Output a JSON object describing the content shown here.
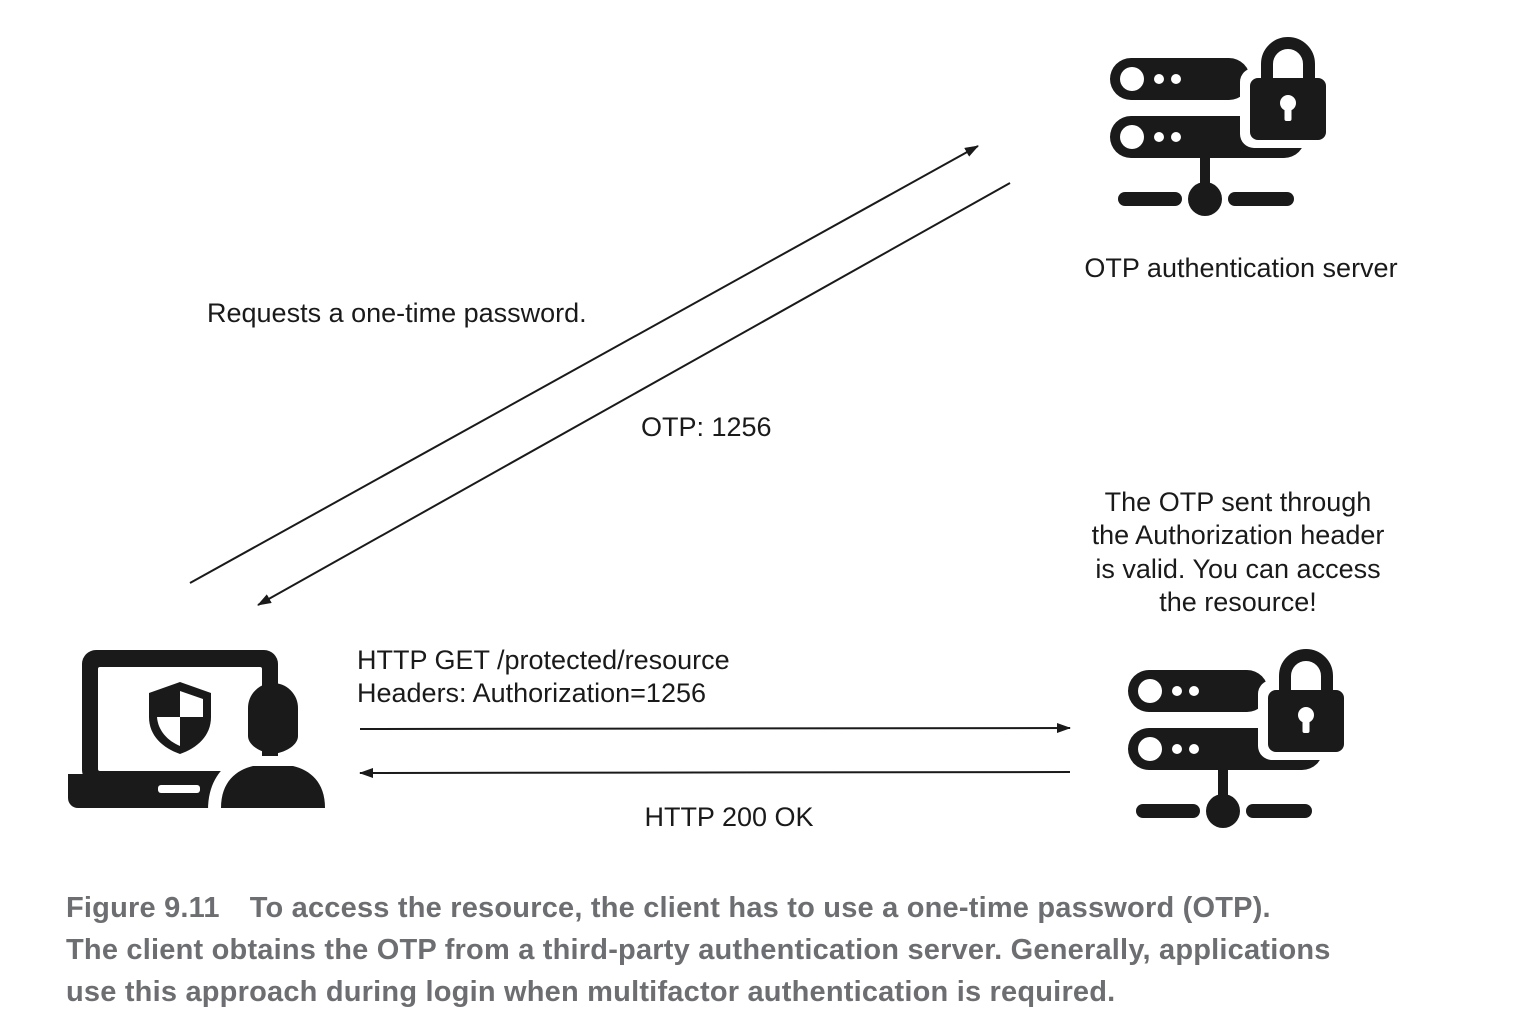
{
  "nodes": {
    "otp_server": {
      "label": "OTP authentication server",
      "icon": "server-lock-icon"
    },
    "client": {
      "icon": "laptop-user-icon"
    },
    "resource_server": {
      "icon": "server-lock-icon"
    }
  },
  "messages": {
    "request_otp": "Requests a one-time password.",
    "otp_response": "OTP: 1256",
    "http_request_line1": "HTTP GET /protected/resource",
    "http_request_line2": "Headers: Authorization=1256",
    "http_response": "HTTP 200 OK"
  },
  "server_note": {
    "line1": "The OTP sent through",
    "line2": "the Authorization header",
    "line3": "is valid. You can access",
    "line4": "the resource!"
  },
  "caption": {
    "figure_number": "Figure 9.11",
    "line1": "To access the resource, the client has to use a one-time password (OTP).",
    "line2": "The client obtains the OTP from a third-party authentication server. Generally, applications",
    "line3": "use this approach during login when multifactor authentication is required."
  },
  "colors": {
    "ink": "#1a1a1a",
    "caption": "#6d6e71"
  }
}
